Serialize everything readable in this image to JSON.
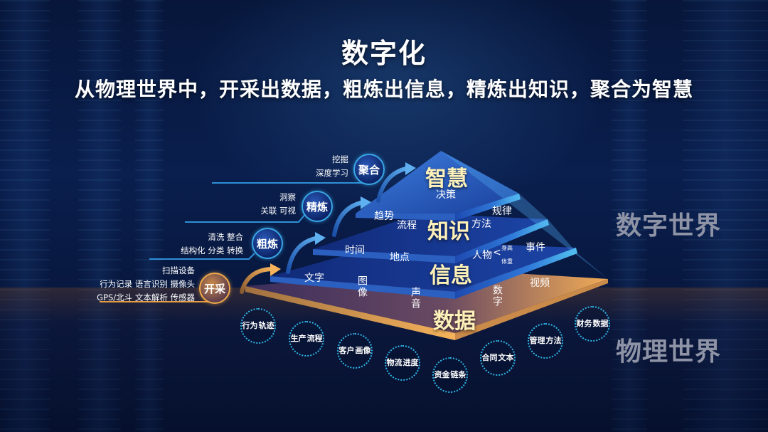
{
  "header": {
    "title": "数字化",
    "subtitle": "从物理世界中，开采出数据，粗炼出信息，精炼出知识，聚合为智慧"
  },
  "worlds": {
    "digital": "数字世界",
    "physical": "物理世界"
  },
  "pyramid": {
    "layers": [
      {
        "name": "智慧",
        "labels": [
          "决策"
        ]
      },
      {
        "name": "知识",
        "labels": [
          "趋势",
          "流程",
          "方法",
          "规律"
        ]
      },
      {
        "name": "信息",
        "labels": [
          "时间",
          "地点",
          "人物",
          "身高",
          "体重",
          "事件"
        ]
      },
      {
        "name": "数据",
        "labels": [
          "文字",
          "图像",
          "声音",
          "数字",
          "视频"
        ]
      }
    ]
  },
  "stages": [
    {
      "name": "聚合",
      "desc": [
        "挖掘",
        "深度学习"
      ]
    },
    {
      "name": "精炼",
      "desc": [
        "洞察",
        "关联  可视"
      ]
    },
    {
      "name": "粗炼",
      "desc": [
        "清洗  整合",
        "结构化  分类  转换"
      ]
    },
    {
      "name": "开采",
      "desc": [
        "扫描设备",
        "行为记录 语言识别  摄像头",
        "GPS/北斗  文本解析  传感器"
      ]
    }
  ],
  "sources": [
    {
      "line1": "行为",
      "line2": "轨迹"
    },
    {
      "line1": "生产",
      "line2": "流程"
    },
    {
      "line1": "客户",
      "line2": "画像"
    },
    {
      "line1": "物流",
      "line2": "进度"
    },
    {
      "line1": "资金",
      "line2": "链条"
    },
    {
      "line1": "合同",
      "line2": "文本"
    },
    {
      "line1": "管理",
      "line2": "方法"
    },
    {
      "line1": "财务",
      "line2": "数据"
    }
  ],
  "colors": {
    "background": "#061233",
    "blue_accent": "#2e8fd6",
    "orange_accent": "#e59a3e",
    "layer_title": "#fdf0b8",
    "world_label": "#8e93a6",
    "bubble_border": "#2fb7e8"
  }
}
